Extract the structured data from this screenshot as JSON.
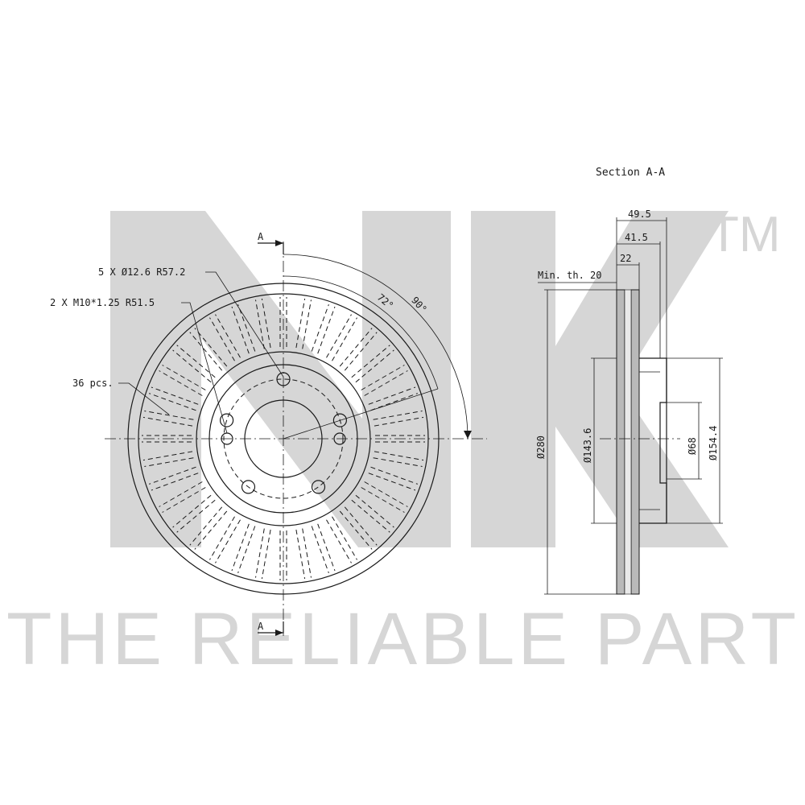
{
  "watermark": {
    "slogan": "THE RELIABLE PART",
    "trademark": "TM"
  },
  "section": {
    "title": "Section A-A",
    "cut_label_top": "A",
    "cut_label_bottom": "A"
  },
  "front_view": {
    "bolt_holes_note": "5 X Ø12.6 R57.2",
    "thread_holes_note": "2 X M10*1.25 R51.5",
    "vanes_note": "36 pcs.",
    "angle_small": "72°",
    "angle_large": "90°"
  },
  "side_view": {
    "min_thickness": "Min. th. 20",
    "overall_height": "49.5",
    "hat_height": "41.5",
    "disc_thickness": "22",
    "outer_diameter": "Ø280",
    "hat_diameter": "Ø143.6",
    "center_bore": "Ø68",
    "hat_outer_diameter": "Ø154.4"
  },
  "colors": {
    "ink": "#1a1a1a",
    "watermark": "#d6d6d6"
  }
}
